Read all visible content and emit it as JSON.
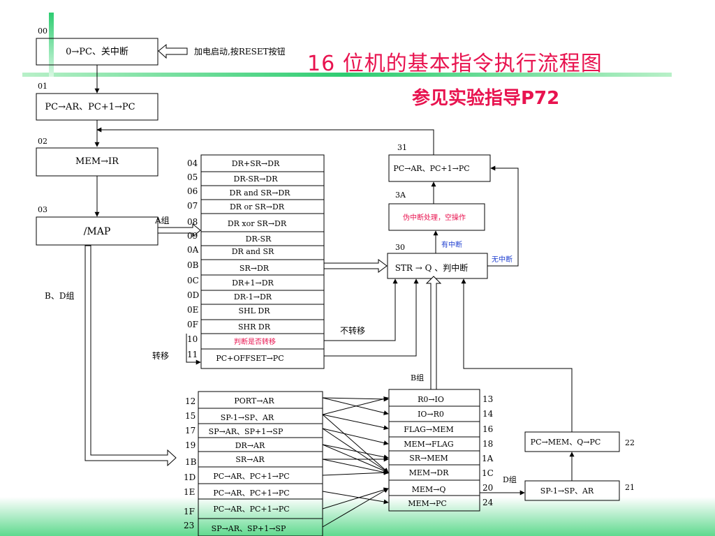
{
  "title": "16 位机的基本指令执行流程图",
  "subtitle": "参见实验指导P72",
  "colors": {
    "title": "#e8134f",
    "accent_green": "#2ecc71",
    "note_blue": "#1f3fd0",
    "note_pink": "#e8134f"
  },
  "main_flow": {
    "s00": {
      "code": "00",
      "text": "0→PC、关中断"
    },
    "reset_note": "加电启动,按RESET按钮",
    "s01": {
      "code": "01",
      "text": "PC→AR、PC+1→PC"
    },
    "s02": {
      "code": "02",
      "text": "MEM→IR"
    },
    "s03": {
      "code": "03",
      "text": "/MAP"
    },
    "group_a": "A组",
    "group_bd": "B、D组"
  },
  "a_group": {
    "rows": [
      {
        "code": "04",
        "text": "DR+SR→DR"
      },
      {
        "code": "05",
        "text": "DR-SR→DR"
      },
      {
        "code": "06",
        "text": "DR and SR→DR"
      },
      {
        "code": "07",
        "text": "DR or SR→DR"
      },
      {
        "code": "08",
        "text": "DR xor SR→DR"
      },
      {
        "code": "09",
        "text": "DR-SR"
      },
      {
        "code": "0A",
        "text": "DR and SR"
      },
      {
        "code": "0B",
        "text": "SR→DR"
      },
      {
        "code": "0C",
        "text": "DR+1→DR"
      },
      {
        "code": "0D",
        "text": "DR-1→DR"
      },
      {
        "code": "0E",
        "text": "SHL DR"
      },
      {
        "code": "0F",
        "text": "SHR DR"
      },
      {
        "code": "10",
        "text": "判断是否转移"
      },
      {
        "code": "11",
        "text": "PC+OFFSET→PC"
      }
    ],
    "no_jump": "不转移",
    "jump": "转移"
  },
  "right": {
    "s31": {
      "code": "31",
      "text": "PC→AR、PC+1→PC"
    },
    "s3a": {
      "code": "3A",
      "text": "伪中断处理，空操作"
    },
    "s30": {
      "code": "30",
      "text": "STR → Q 、判中断"
    },
    "has_int": "有中断",
    "no_int": "无中断"
  },
  "b_group_left": {
    "rows": [
      {
        "code": "12",
        "text": "PORT→AR"
      },
      {
        "code": "15",
        "text": "SP-1→SP、AR"
      },
      {
        "code": "17",
        "text": "SP→AR、SP+1→SP"
      },
      {
        "code": "19",
        "text": "DR→AR"
      },
      {
        "code": "1B",
        "text": "SR→AR"
      },
      {
        "code": "1D",
        "text": "PC→AR、PC+1→PC"
      },
      {
        "code": "1E",
        "text": "PC→AR、PC+1→PC"
      },
      {
        "code": "1F",
        "text": "PC→AR、PC+1→PC"
      },
      {
        "code": "23",
        "text": "SP→AR、SP+1→SP"
      }
    ]
  },
  "b_group_right": {
    "label": "B组",
    "rows": [
      {
        "code": "13",
        "text": "R0→IO"
      },
      {
        "code": "14",
        "text": "IO→R0"
      },
      {
        "code": "16",
        "text": "FLAG→MEM"
      },
      {
        "code": "18",
        "text": "MEM→FLAG"
      },
      {
        "code": "1A",
        "text": "SR→MEM"
      },
      {
        "code": "1C",
        "text": "MEM→DR"
      },
      {
        "code": "20",
        "text": "MEM→Q"
      },
      {
        "code": "24",
        "text": "MEM→PC"
      }
    ]
  },
  "d_group": {
    "label": "D组",
    "s22": {
      "code": "22",
      "text": "PC→MEM、Q→PC"
    },
    "s21": {
      "code": "21",
      "text": "SP-1→SP、AR"
    }
  }
}
